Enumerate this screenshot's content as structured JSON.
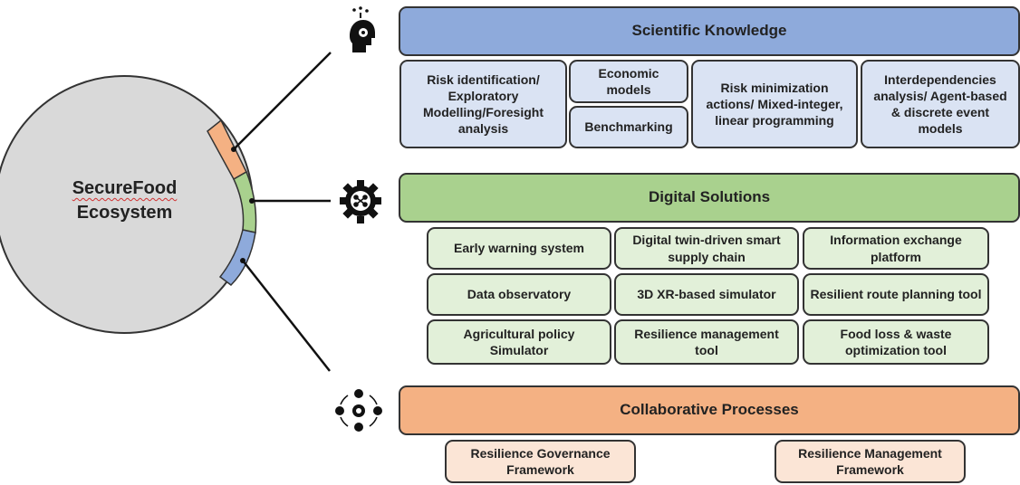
{
  "ecosystem": {
    "line1": "SecureFood",
    "line2": "Ecosystem"
  },
  "colors": {
    "knowledge_header": "#8eaadb",
    "knowledge_cell": "#dae3f3",
    "digital_header": "#a9d18e",
    "digital_cell": "#e2f0d9",
    "collab_header": "#f4b183",
    "collab_cell": "#fbe5d6",
    "circle": "#d9d9d9"
  },
  "scientific_knowledge": {
    "title": "Scientific Knowledge",
    "icon": "head-with-ideas-icon",
    "items": [
      "Risk identification/ Exploratory Modelling/Foresight analysis",
      "Economic models",
      "Benchmarking",
      "Risk minimization actions/ Mixed-integer, linear programming",
      "Interdependencies analysis/ Agent-based & discrete event models"
    ]
  },
  "digital_solutions": {
    "title": "Digital Solutions",
    "icon": "gear-network-icon",
    "items": [
      "Early warning system",
      "Digital twin-driven smart supply chain",
      "Information exchange platform",
      "Data observatory",
      "3D XR-based simulator",
      "Resilient route planning tool",
      "Agricultural policy Simulator",
      "Resilience management tool",
      "Food loss & waste optimization tool"
    ]
  },
  "collaborative_processes": {
    "title": "Collaborative Processes",
    "icon": "collaboration-network-icon",
    "items": [
      "Resilience Governance Framework",
      "Resilience Management Framework"
    ]
  }
}
